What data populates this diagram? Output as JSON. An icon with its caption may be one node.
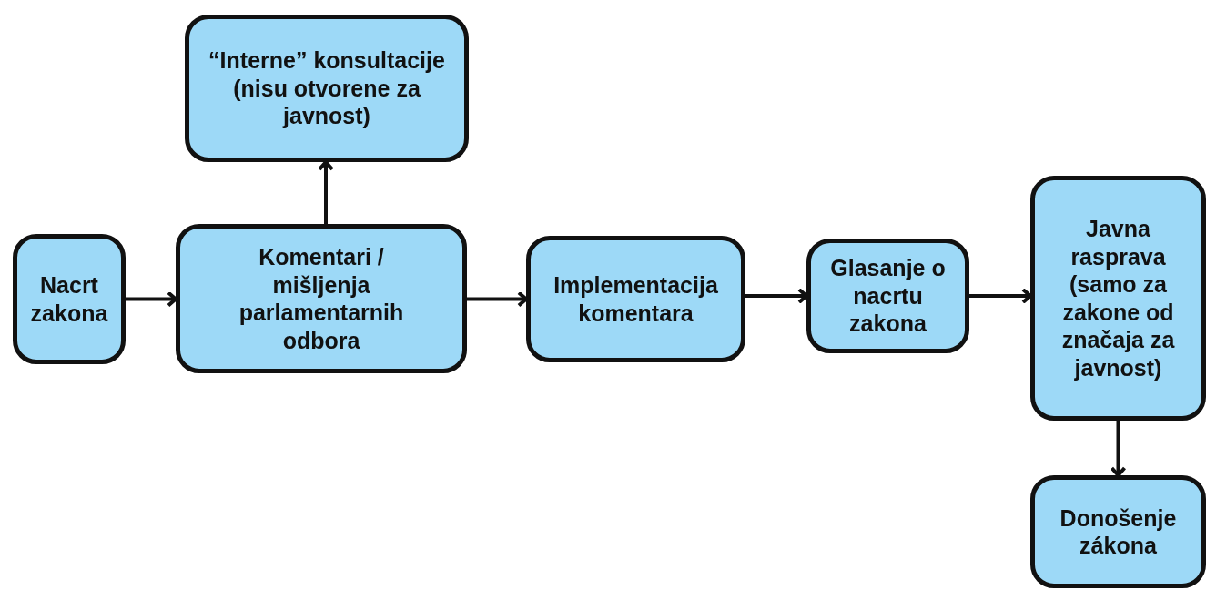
{
  "diagram": {
    "nodes": [
      {
        "text": [
          "Nacrt zakona"
        ]
      },
      {
        "text": [
          "Komentari / mišljenja parlamentarnih odbora"
        ]
      },
      {
        "text": [
          "“Interne” konsultacije (nisu otvorene za javnost)"
        ]
      },
      {
        "text": [
          "Implementacija komentara"
        ]
      },
      {
        "text": [
          "Glasanje o nacrtu zakona"
        ]
      },
      {
        "text": [
          "Javna rasprava (samo za zakone od značaja za javnost)"
        ]
      },
      {
        "text": [
          "Donošenje zákona"
        ]
      }
    ],
    "edges": [
      {
        "from": 0,
        "to": 1,
        "arrow": "to"
      },
      {
        "from": 1,
        "to": 2,
        "arrow": "to"
      },
      {
        "from": 1,
        "to": 3,
        "arrow": "to"
      },
      {
        "from": 3,
        "to": 4,
        "arrow": "to"
      },
      {
        "from": 4,
        "to": 5,
        "arrow": "to"
      },
      {
        "from": 5,
        "to": 6,
        "arrow": "to"
      }
    ]
  }
}
